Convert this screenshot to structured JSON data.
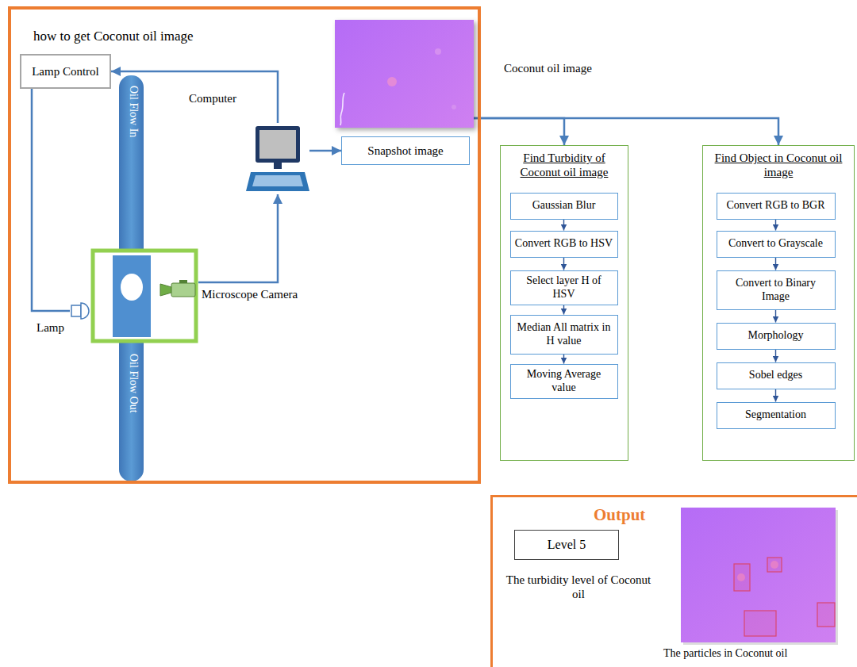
{
  "diagram": {
    "nodes": [
      {
        "text": [
          "how to get Coconut oil image"
        ]
      },
      {
        "text": [
          "Lamp Control"
        ],
        "in": 0
      },
      {
        "text": [
          "Computer"
        ],
        "in": 0
      },
      {
        "text": [
          "Coconut oil image"
        ],
        "in": 0
      },
      {
        "text": [
          "Snapshot image"
        ],
        "in": 0
      },
      {
        "text": [
          "Lamp"
        ],
        "in": 0
      },
      {
        "text": [
          "Microscope Camera"
        ],
        "in": 0
      },
      {
        "text": [
          "Find Turbidity of Coconut oil image"
        ]
      },
      {
        "text": [
          "Gaussian Blur"
        ],
        "in": 7
      },
      {
        "text": [
          "Convert RGB to HSV"
        ],
        "in": 7
      },
      {
        "text": [
          "Select layer H of HSV"
        ],
        "in": 7
      },
      {
        "text": [
          "Median All matrix in H value"
        ],
        "in": 7
      },
      {
        "text": [
          "Moving Average value"
        ],
        "in": 7
      },
      {
        "text": [
          "Find Object in Coconut oil image"
        ]
      },
      {
        "text": [
          "Convert RGB to BGR"
        ],
        "in": 13
      },
      {
        "text": [
          "Convert to Grayscale"
        ],
        "in": 13
      },
      {
        "text": [
          "Convert to Binary Image"
        ],
        "in": 13
      },
      {
        "text": [
          "Morphology"
        ],
        "in": 13
      },
      {
        "text": [
          "Sobel edges"
        ],
        "in": 13
      },
      {
        "text": [
          "Segmentation"
        ],
        "in": 13
      },
      {
        "text": [
          "Output"
        ]
      },
      {
        "text": [
          "Level 5"
        ],
        "in": 20
      }
    ],
    "edges": [
      {
        "from": 2,
        "to": 1,
        "arrow": "to"
      },
      {
        "from": 1,
        "to": 5,
        "arrow": "none"
      },
      {
        "from": 6,
        "to": 2,
        "arrow": "to"
      },
      {
        "from": 2,
        "to": 4,
        "arrow": "to"
      },
      {
        "from": 3,
        "to": 7,
        "arrow": "to"
      },
      {
        "from": 3,
        "to": 13,
        "arrow": "to"
      },
      {
        "from": 8,
        "to": 9,
        "arrow": "to"
      },
      {
        "from": 9,
        "to": 10,
        "arrow": "to"
      },
      {
        "from": 10,
        "to": 11,
        "arrow": "to"
      },
      {
        "from": 11,
        "to": 12,
        "arrow": "to"
      },
      {
        "from": 14,
        "to": 15,
        "arrow": "to"
      },
      {
        "from": 15,
        "to": 16,
        "arrow": "to"
      },
      {
        "from": 16,
        "to": 17,
        "arrow": "to"
      },
      {
        "from": 17,
        "to": 18,
        "arrow": "to"
      },
      {
        "from": 18,
        "to": 19,
        "arrow": "to"
      }
    ],
    "labels": [
      "Oil Flow In",
      "Oil Flow Out",
      "The turbidity level of Coconut oil",
      "The particles in Coconut oil"
    ]
  }
}
